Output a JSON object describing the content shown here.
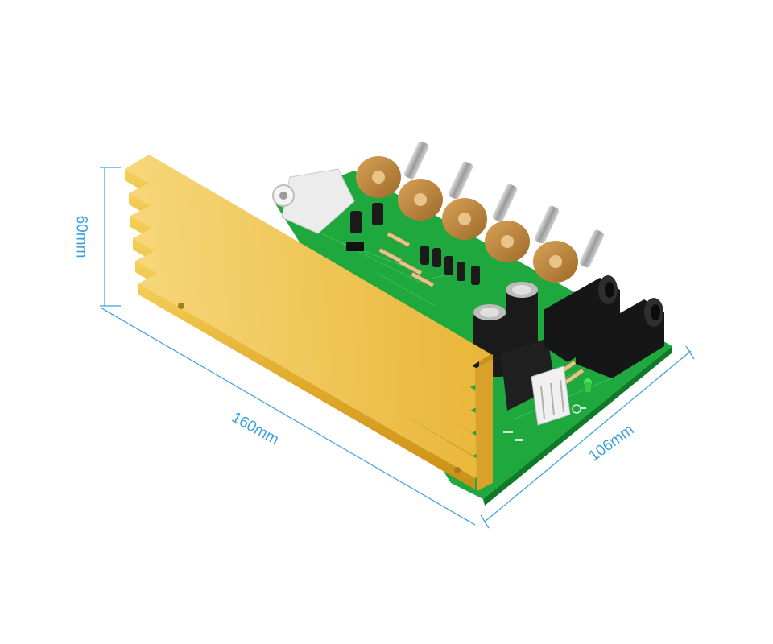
{
  "dimensions": {
    "height": "60mm",
    "length": "160mm",
    "width": "106mm"
  },
  "colors": {
    "dimension_line": "#3aa0e0",
    "pcb": "#1fa83e",
    "heatsink": "#e3b12e",
    "potentiometer_body": "#c58a3a",
    "knob_shaft": "#a8a8a8",
    "capacitor": "#1a1a1a",
    "jack": "#161616"
  },
  "components": {
    "potentiometer_count": 5,
    "heatsink_fin_count": 6,
    "output_jack_count": 2,
    "large_capacitor_count": 2
  }
}
